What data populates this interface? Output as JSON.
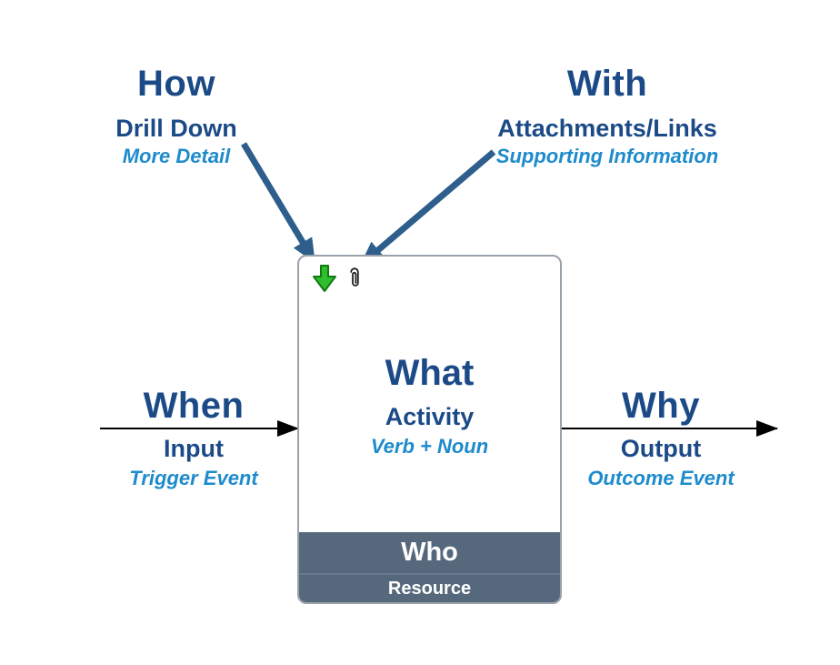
{
  "diagram": {
    "how": {
      "title": "How",
      "subtitle": "Drill Down",
      "hint": "More Detail"
    },
    "with": {
      "title": "With",
      "subtitle": "Attachments/Links",
      "hint": "Supporting Information"
    },
    "when": {
      "title": "When",
      "subtitle": "Input",
      "hint": "Trigger Event"
    },
    "why": {
      "title": "Why",
      "subtitle": "Output",
      "hint": "Outcome Event"
    },
    "activity_box": {
      "what": {
        "title": "What",
        "subtitle": "Activity",
        "hint": "Verb + Noun"
      },
      "who": {
        "title": "Who",
        "subtitle": "Resource"
      },
      "icons": [
        {
          "name": "drill-down-arrow-icon"
        },
        {
          "name": "paperclip-icon"
        }
      ]
    },
    "colors": {
      "heading_navy": "#1b4a87",
      "hint_blue": "#1e8bcc",
      "pointer_arrow_blue": "#2d5e8c",
      "who_band_slate": "#56697c",
      "who_divider": "#66788c",
      "box_border_gray": "#9aa2ab",
      "flow_arrow_black": "#000000",
      "drill_icon_green": "#2fbe2f",
      "drill_icon_green_dark": "#117a11",
      "paperclip_dark": "#1f1f1f"
    }
  }
}
